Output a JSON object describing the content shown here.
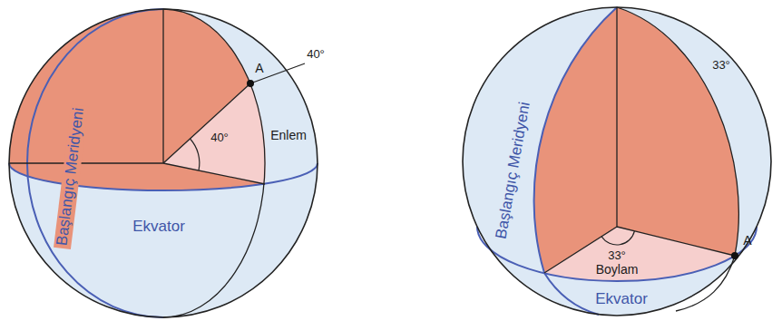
{
  "diagram": {
    "labels": [
      "Başlangıç Meridyeni",
      "A",
      "40°",
      "40°",
      "Enlem",
      "Ekvator",
      "Başlangıç Meridyeni",
      "33°",
      "33°",
      "Boylam",
      "A",
      "Ekvator"
    ]
  }
}
